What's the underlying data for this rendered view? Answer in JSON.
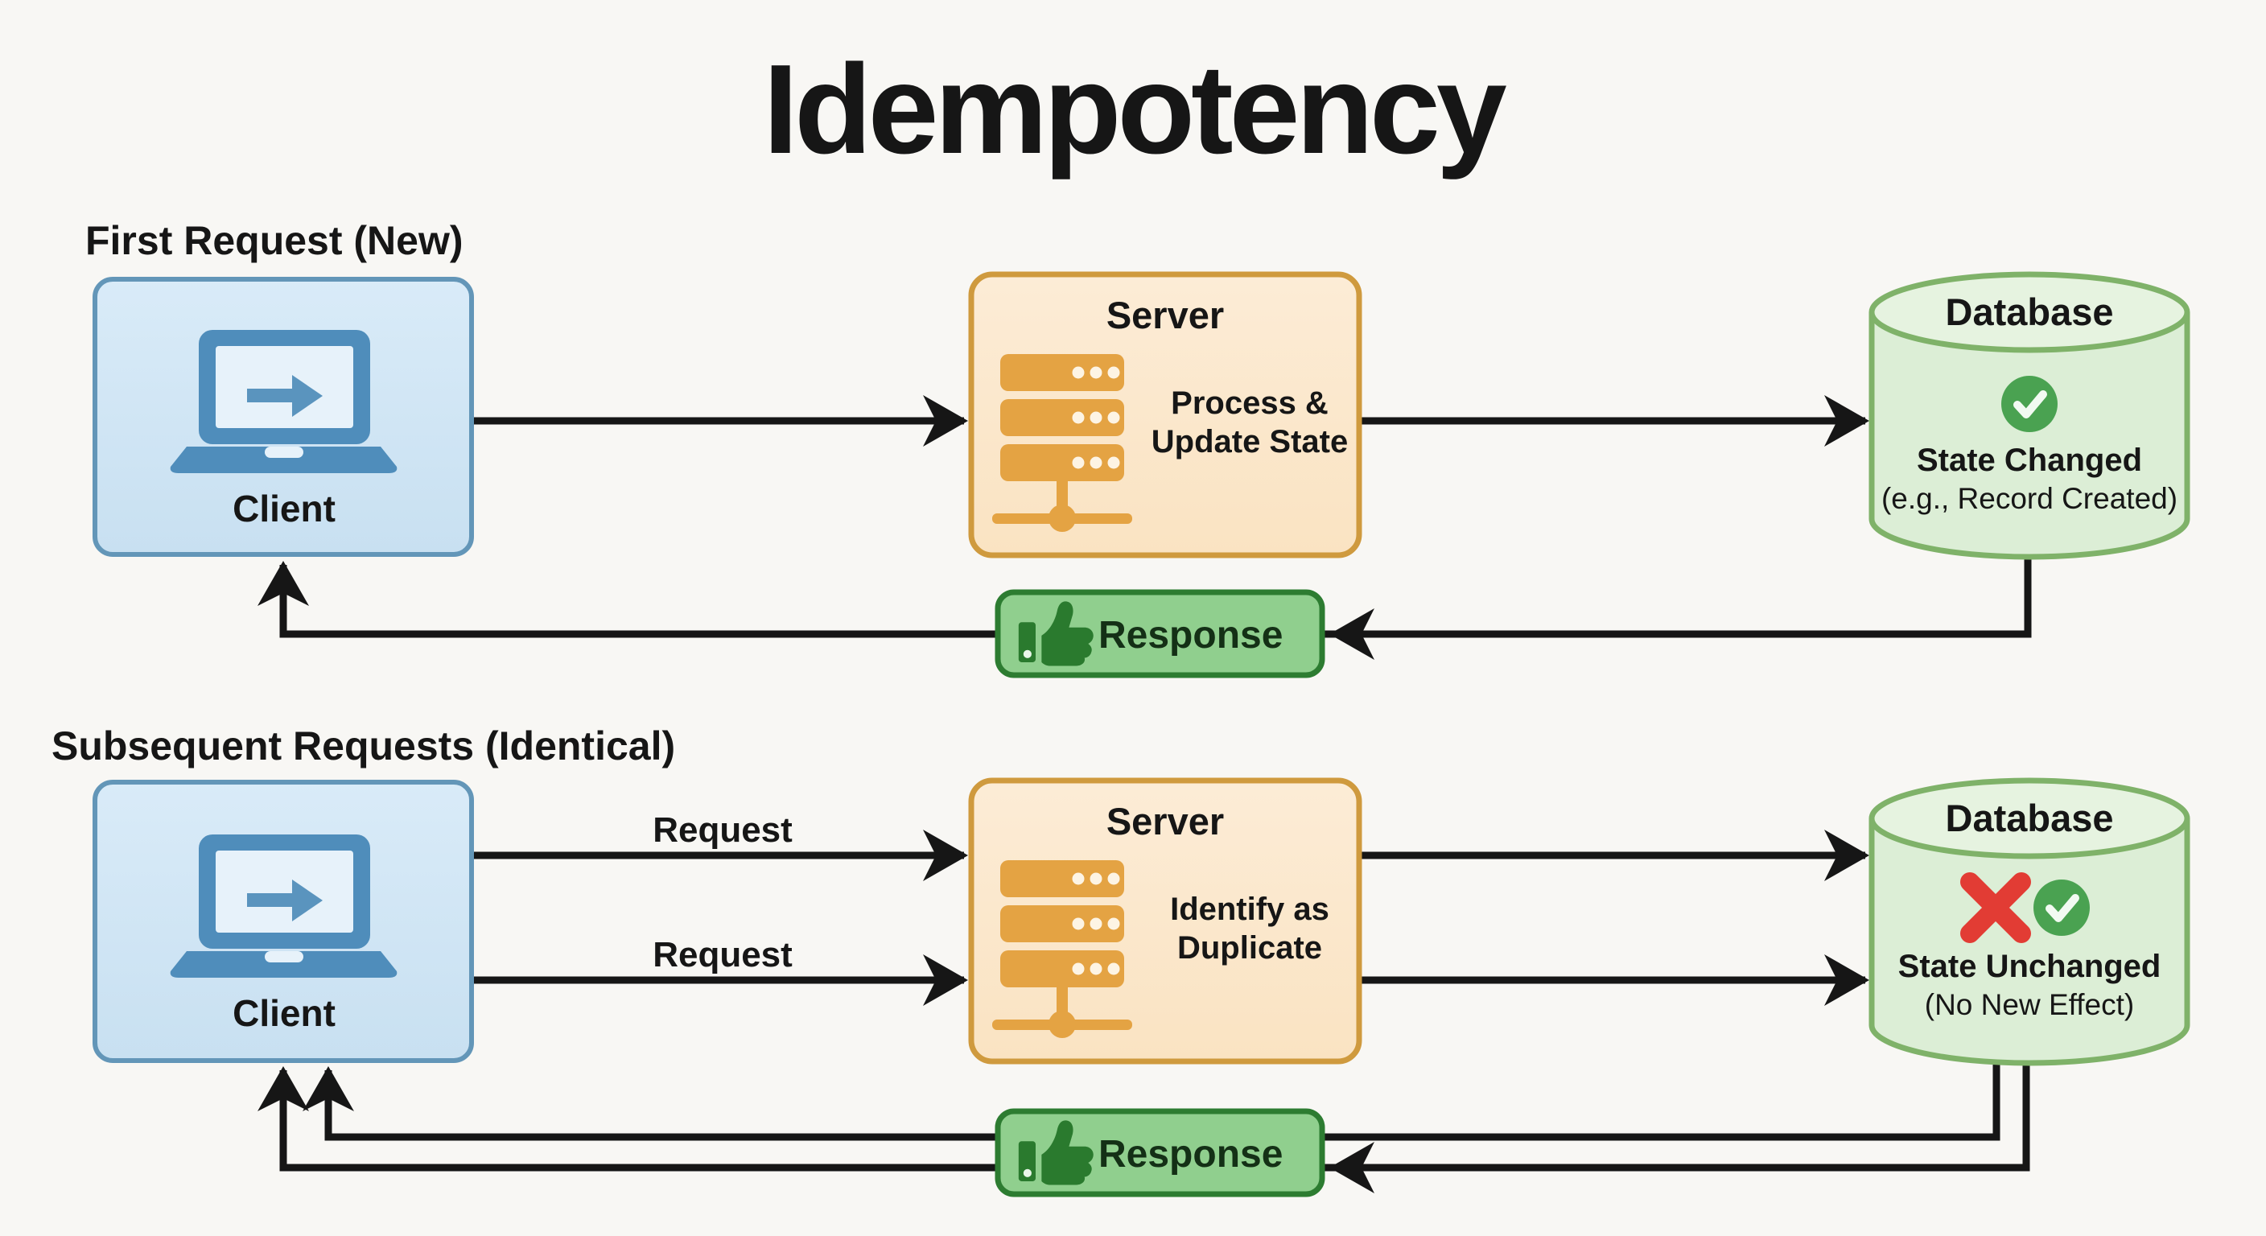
{
  "title": "Idempotency",
  "palette": {
    "client_fill": "#cfe4f3",
    "client_border": "#6396b8",
    "client_icon": "#4f8dbb",
    "server_fill": "#fbe7cb",
    "server_border": "#cf9a3e",
    "server_icon": "#e4a343",
    "db_fill": "#dceed6",
    "db_top_fill": "#e6f3e0",
    "db_border": "#7fb269",
    "response_fill": "#90cf8e",
    "response_border": "#2d7c31",
    "thumb_green": "#2a7a2e",
    "check_green": "#4aa251",
    "cross_red": "#e23c34",
    "line_black": "#161616"
  },
  "row1": {
    "heading": "First Request (New)",
    "client_label": "Client",
    "server_title": "Server",
    "server_note1": "Process &",
    "server_note2": "Update State",
    "db_title": "Database",
    "db_status1": "State Changed",
    "db_status2": "(e.g., Record Created)",
    "response_label": "Response"
  },
  "row2": {
    "heading": "Subsequent Requests (Identical)",
    "client_label": "Client",
    "server_title": "Server",
    "server_note1": "Identify as",
    "server_note2": "Duplicate",
    "db_title": "Database",
    "db_status1": "State Unchanged",
    "db_status2": "(No New Effect)",
    "response_label": "Response",
    "request_label1": "Request",
    "request_label2": "Request"
  }
}
